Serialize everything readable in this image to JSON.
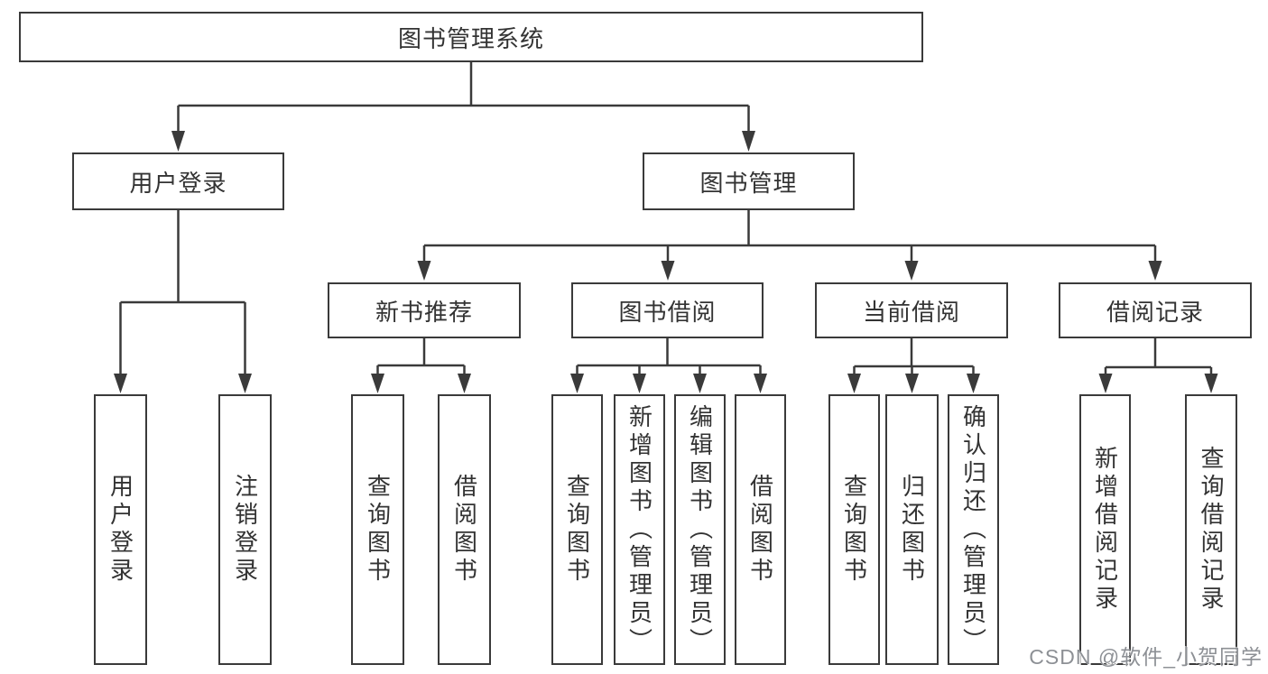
{
  "diagram": {
    "title": "图书管理系统",
    "colors": {
      "line": "#3a3a3a",
      "text": "#333333",
      "background": "#ffffff",
      "watermark": "#8d9095"
    },
    "tree": {
      "label": "图书管理系统",
      "children": [
        {
          "label": "用户登录",
          "children": [
            {
              "label": "用户登录"
            },
            {
              "label": "注销登录"
            }
          ]
        },
        {
          "label": "图书管理",
          "children": [
            {
              "label": "新书推荐",
              "children": [
                {
                  "label": "查询图书"
                },
                {
                  "label": "借阅图书"
                }
              ]
            },
            {
              "label": "图书借阅",
              "children": [
                {
                  "label": "查询图书"
                },
                {
                  "label": "新增图书（管理员）"
                },
                {
                  "label": "编辑图书（管理员）"
                },
                {
                  "label": "借阅图书"
                }
              ]
            },
            {
              "label": "当前借阅",
              "children": [
                {
                  "label": "查询图书"
                },
                {
                  "label": "归还图书"
                },
                {
                  "label": "确认归还（管理员）"
                }
              ]
            },
            {
              "label": "借阅记录",
              "children": [
                {
                  "label": "新增借阅记录"
                },
                {
                  "label": "查询借阅记录"
                }
              ]
            }
          ]
        }
      ]
    },
    "watermark": "CSDN @软件_小贺同学"
  }
}
